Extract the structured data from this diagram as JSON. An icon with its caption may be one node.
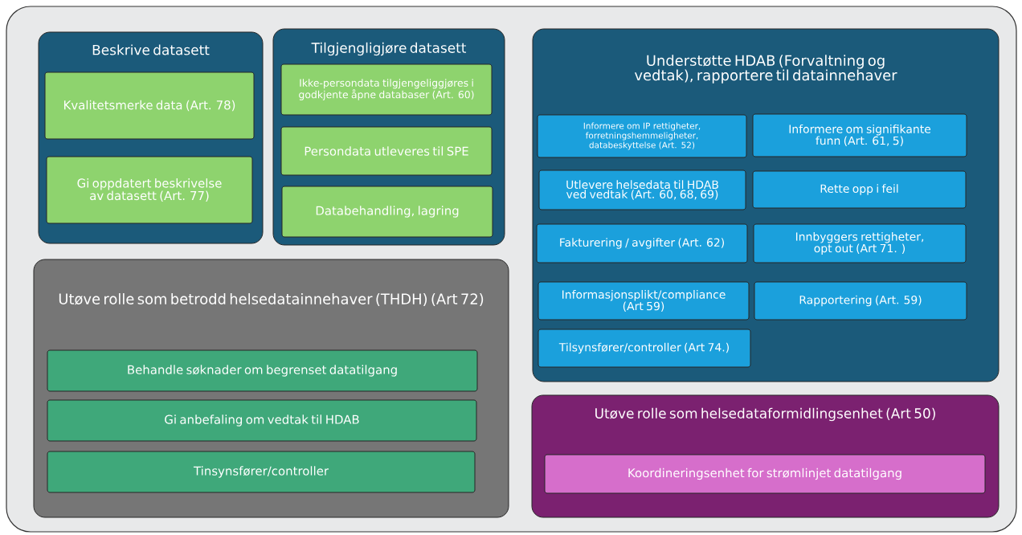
{
  "diagram": {
    "nodes": [
      {
        "text": [
          "Beskrive datasett"
        ]
      },
      {
        "text": [
          "Kvalitetsmerke data (Art. 78)"
        ],
        "in": 0
      },
      {
        "text": [
          "Gi oppdatert beskrivelse av datasett (Art. 77)"
        ],
        "in": 0
      },
      {
        "text": [
          "Tilgjengligjøre datasett"
        ]
      },
      {
        "text": [
          "Ikke-persondata tilgjengeliggjøres i godkjente åpne databaser (Art. 60)"
        ],
        "in": 3
      },
      {
        "text": [
          "Persondata utleveres til SPE"
        ],
        "in": 3
      },
      {
        "text": [
          "Databehandling, lagring"
        ],
        "in": 3
      },
      {
        "text": [
          "Understøtte HDAB (Forvaltning og vedtak), rapportere til datainnehaver"
        ]
      },
      {
        "text": [
          "Informere om IP rettigheter, forretningshemmeligheter, databeskyttelse (Art. 52)"
        ],
        "in": 7
      },
      {
        "text": [
          "Informere om signifikante funn (Art. 61, 5)"
        ],
        "in": 7
      },
      {
        "text": [
          "Utlevere helsedata til HDAB ved vedtak (Art. 60, 68, 69)"
        ],
        "in": 7
      },
      {
        "text": [
          "Rette opp i feil"
        ],
        "in": 7
      },
      {
        "text": [
          "Fakturering / avgifter (Art. 62)"
        ],
        "in": 7
      },
      {
        "text": [
          "Innbyggers rettigheter, opt out (Art 71. )"
        ],
        "in": 7
      },
      {
        "text": [
          "Informasjonsplikt/compliance (Art 59)"
        ],
        "in": 7
      },
      {
        "text": [
          "Rapportering (Art. 59)"
        ],
        "in": 7
      },
      {
        "text": [
          "Tilsynsfører/controller (Art 74.)"
        ],
        "in": 7
      },
      {
        "text": [
          "Utøve rolle som betrodd helsedatainnehaver (THDH) (Art 72)"
        ]
      },
      {
        "text": [
          "Behandle søknader om begrenset datatilgang"
        ],
        "in": 17
      },
      {
        "text": [
          "Gi anbefaling om vedtak til HDAB"
        ],
        "in": 17
      },
      {
        "text": [
          "Tinsynsfører/controller"
        ],
        "in": 17
      },
      {
        "text": [
          "Utøve rolle som helsedataformidlingsenhet (Art 50)"
        ]
      },
      {
        "text": [
          "Koordineringsenhet for strømlinjet datatilgang"
        ],
        "in": 21
      }
    ],
    "edges": []
  }
}
